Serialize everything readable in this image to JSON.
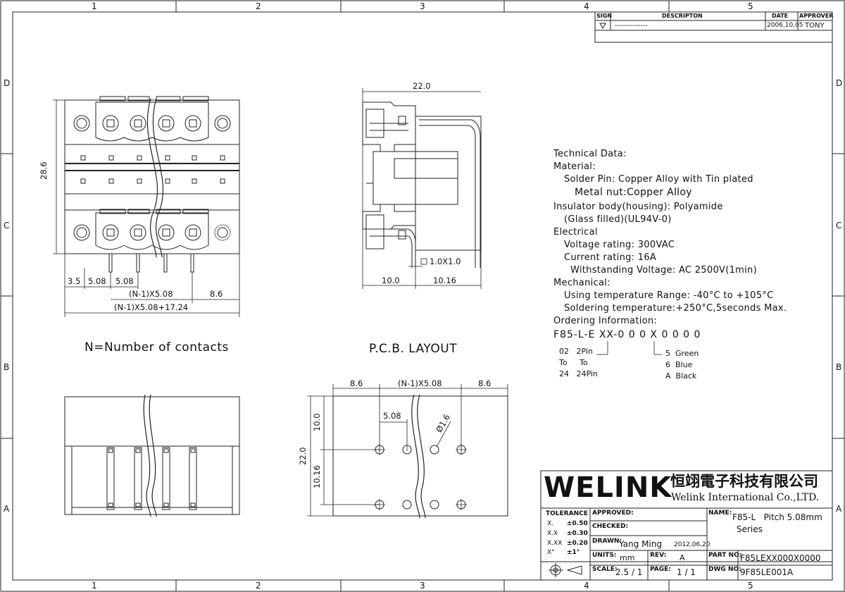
{
  "grid": {
    "cols": [
      "1",
      "2",
      "3",
      "4",
      "5"
    ],
    "rows": [
      "D",
      "C",
      "B",
      "A"
    ]
  },
  "revision": {
    "headers": {
      "sign": "SIGN",
      "desc": "DESCRIPTON",
      "date": "DATE",
      "approver": "APPROVER"
    },
    "row": {
      "desc": "-------------",
      "date": "2006,10,05",
      "approver": "TONY"
    }
  },
  "front_view": {
    "height_dim": "28.6",
    "dims_row1": [
      "3.5",
      "5.08",
      "5.08"
    ],
    "dim_n1": "(N-1)X5.08",
    "dim_right": "8.6",
    "dim_total": "(N-1)X5.08+17.24",
    "note": "N=Number of contacts"
  },
  "side_view": {
    "top_dim": "22.0",
    "pin_dim": "1.0X1.0",
    "bottom_left": "10.0",
    "bottom_right": "10.16"
  },
  "pcb": {
    "title": "P.C.B. LAYOUT",
    "top_left": "8.6",
    "top_mid": "(N-1)X5.08",
    "top_right": "8.6",
    "pitch": "5.08",
    "hole": "Ø1.6",
    "height_total": "22.0",
    "height_upper": "10.0",
    "height_lower": "10.16"
  },
  "tech": {
    "lines": [
      "Technical Data:",
      "Material:",
      "Solder Pin: Copper Alloy with Tin plated",
      "Metal nut:Copper Alloy",
      "Insulator body(housing): Polyamide",
      "(Glass filled)(UL94V-0)",
      "Electrical",
      "Voltage rating: 300VAC",
      "Current rating: 16A",
      "Withstanding Voltage: AC 2500V(1min)",
      "Mechanical:",
      "Using temperature Range: -40°C to +105°C",
      "Soldering temperature:+250°C,5seconds Max.",
      "Ordering Information:"
    ],
    "order_code": "F85-L-E XX-0 0 0 X 0 0 0 0",
    "pins": [
      "02   2Pin",
      "To     To",
      "24   24Pin"
    ],
    "colors": [
      "5  Green",
      "6  Blue",
      "A  Black"
    ]
  },
  "title_block": {
    "logo": "WELINK",
    "company_cn": "恒翊電子科技有限公司",
    "company_en": "Welink International Co.,LTD.",
    "tolerance": {
      "label": "TOLERANCE",
      "rows": [
        [
          "X.",
          "±0.50"
        ],
        [
          "X.X",
          "±0.30"
        ],
        [
          "X.XX",
          "±0.20"
        ],
        [
          "X°",
          "±1°"
        ]
      ]
    },
    "approved": "APPROVED:",
    "checked": "CHECKED:",
    "drawn_label": "DRAWN:",
    "drawn_name": "Yang Ming",
    "drawn_date": "2012,06,20",
    "units_label": "UNITS:",
    "units": "mm",
    "rev_label": "REV:",
    "rev": "A",
    "scale_label": "SCALE:",
    "scale": "2.5 / 1",
    "page_label": "PAGE:",
    "page": "1 / 1",
    "name_label": "NAME:",
    "name_line1": "F85-L   Pitch 5.08mm",
    "name_line2": "Series",
    "partno_label": "PART NO:",
    "partno": "F85LEXX000X0000",
    "dwgno_label": "DWG NO:",
    "dwgno": "9F85LE001A"
  }
}
